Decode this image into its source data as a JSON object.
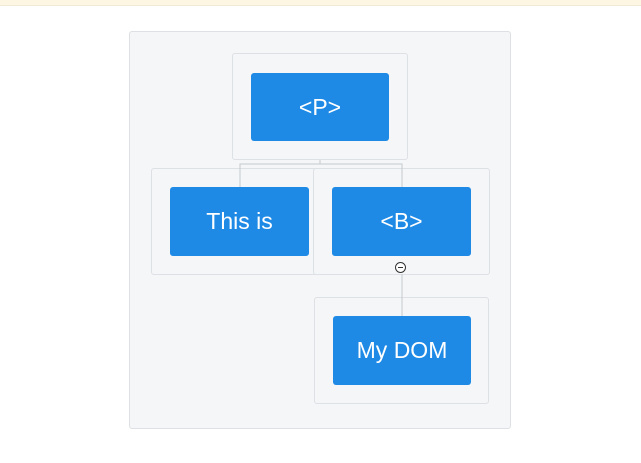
{
  "tree": {
    "root": {
      "label": "<P>"
    },
    "children": [
      {
        "label": "This is"
      },
      {
        "label": "<B>",
        "children": [
          {
            "label": "My DOM"
          }
        ]
      }
    ]
  },
  "colors": {
    "node_fill": "#1e8ae6",
    "node_text": "#ffffff",
    "canvas_bg": "#f4f6f8",
    "border": "#dde0e4",
    "link": "#c5c9ce"
  },
  "icons": {
    "collapse": "collapse-toggle-icon"
  }
}
